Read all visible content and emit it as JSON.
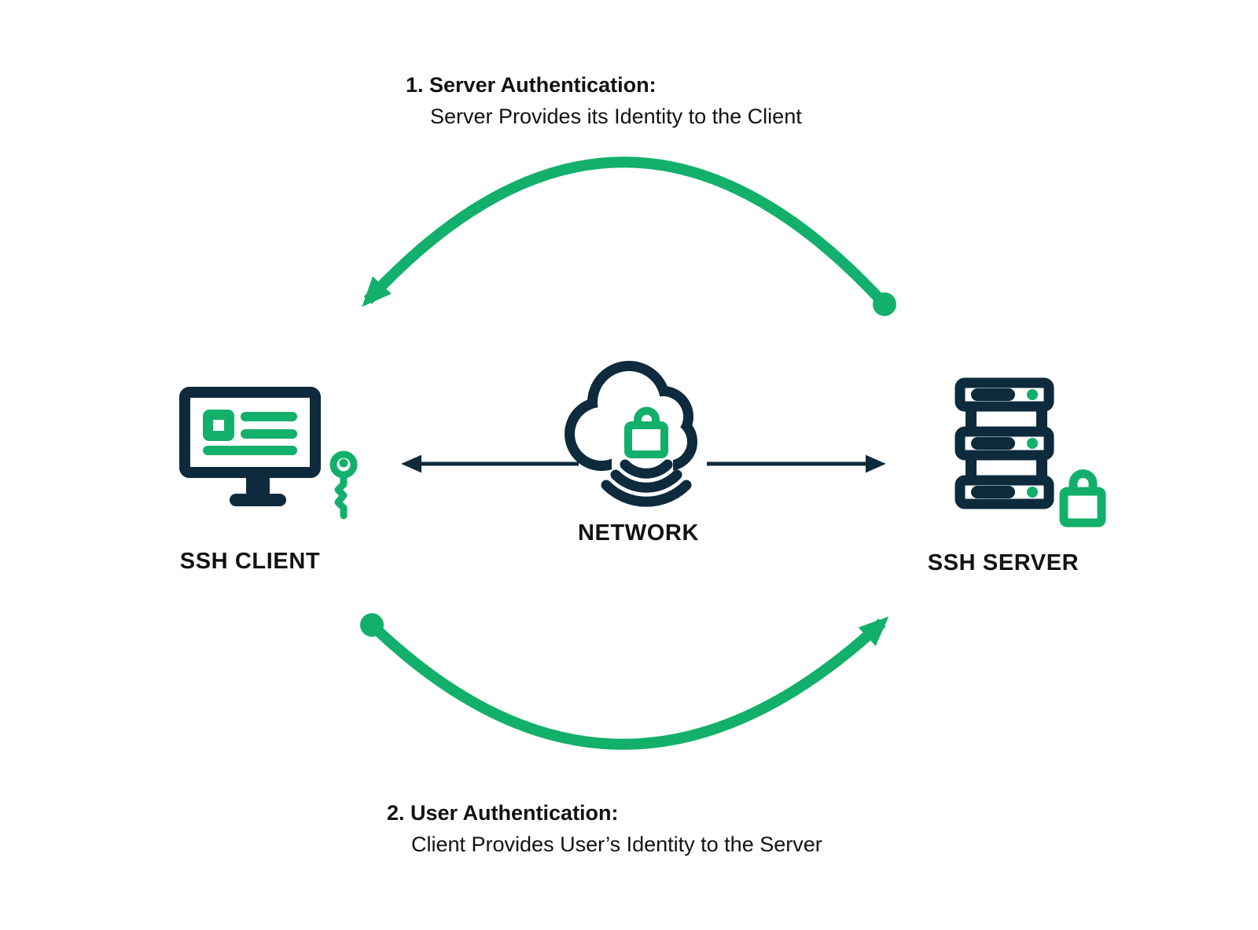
{
  "colors": {
    "green": "#12B06A",
    "navy": "#0E2A3D",
    "text": "#121212",
    "background": "#FFFFFF"
  },
  "annotations": {
    "top": {
      "title": "1. Server Authentication:",
      "subtitle": "Server Provides its Identity to the Client"
    },
    "bottom": {
      "title": "2. User Authentication:",
      "subtitle": "Client Provides User’s Identity to the Server"
    }
  },
  "nodes": {
    "client": {
      "label": "SSH CLIENT"
    },
    "network": {
      "label": "NETWORK"
    },
    "server": {
      "label": "SSH SERVER"
    }
  },
  "icons": {
    "client": "monitor-with-key-icon",
    "network": "cloud-lock-wifi-icon",
    "server": "server-stack-with-lock-icon"
  }
}
